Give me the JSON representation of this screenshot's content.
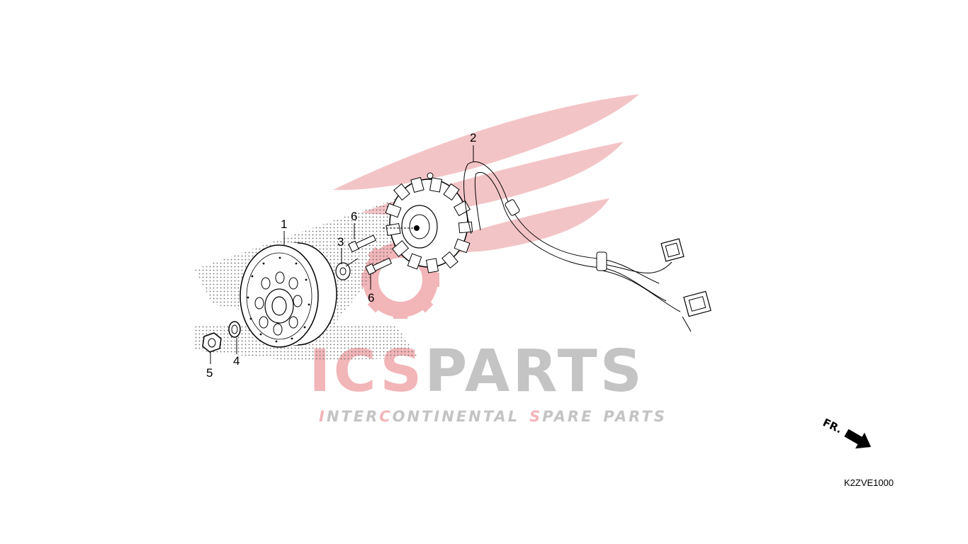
{
  "diagram": {
    "diagram_code": "K2ZVE1000",
    "front_indicator": "FR.",
    "callouts": [
      {
        "id": "flywheel",
        "label": "1"
      },
      {
        "id": "stator",
        "label": "2"
      },
      {
        "id": "washer-3",
        "label": "3"
      },
      {
        "id": "washer-4",
        "label": "4"
      },
      {
        "id": "nut",
        "label": "5"
      },
      {
        "id": "bolt-upper",
        "label": "6"
      },
      {
        "id": "bolt-lower",
        "label": "6"
      }
    ]
  },
  "watermark": {
    "brand_prefix": "ICS",
    "brand_suffix": "PARTS",
    "tagline_words": [
      {
        "accent": "I",
        "rest": "NTER"
      },
      {
        "accent": "C",
        "rest": "ONTINENTAL"
      },
      {
        "accent": "S",
        "rest": "PARE"
      },
      {
        "accent": "",
        "rest": "PARTS"
      }
    ],
    "colors": {
      "accent": "#e8474d",
      "gray": "#b9b9b9",
      "wing": "#f3c4c6"
    }
  }
}
